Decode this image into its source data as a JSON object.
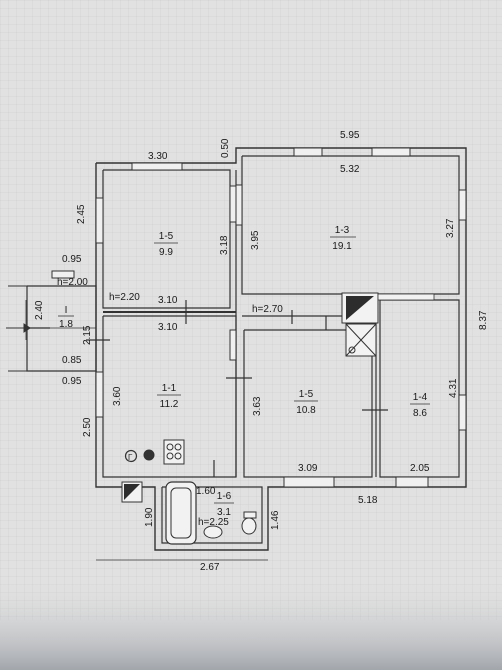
{
  "rooms": [
    {
      "id": "r1",
      "name": "1-5",
      "area": "9.9"
    },
    {
      "id": "r2",
      "name": "1-3",
      "area": "19.1"
    },
    {
      "id": "r3",
      "name": "I",
      "area": "1.8"
    },
    {
      "id": "r4",
      "name": "1-1",
      "area": "11.2"
    },
    {
      "id": "r5",
      "name": "1-5",
      "area": "10.8"
    },
    {
      "id": "r6",
      "name": "1-4",
      "area": "8.6"
    },
    {
      "id": "r7",
      "name": "1-6",
      "area": "3.1"
    }
  ],
  "dimensions": {
    "top_left_width": "3.30",
    "top_right_width": "5.95",
    "wall_050": "0.50",
    "inner_top_532": "5.32",
    "left_245": "2.45",
    "room15_side_318": "3.18",
    "room13_side_395": "3.95",
    "right_327": "3.27",
    "right_total_837": "8.37",
    "vest_095_top": "0.95",
    "vest_h200": "h=2.00",
    "vest_240": "2.40",
    "vest_215": "2.15",
    "vest_085": "0.85",
    "vest_095_bottom": "0.95",
    "h_220": "h=2.20",
    "mid_310_a": "3.10",
    "mid_310_b": "3.10",
    "h_270": "h=2.70",
    "room11_360": "3.60",
    "left_250": "2.50",
    "room15b_363": "3.63",
    "room14_431": "4.31",
    "bottom_309": "3.09",
    "bottom_205": "2.05",
    "bottom_518": "5.18",
    "bath_160": "1.60",
    "bath_190": "1.90",
    "bath_h225": "h=2.25",
    "bath_146": "1.46",
    "bath_267": "2.67"
  }
}
